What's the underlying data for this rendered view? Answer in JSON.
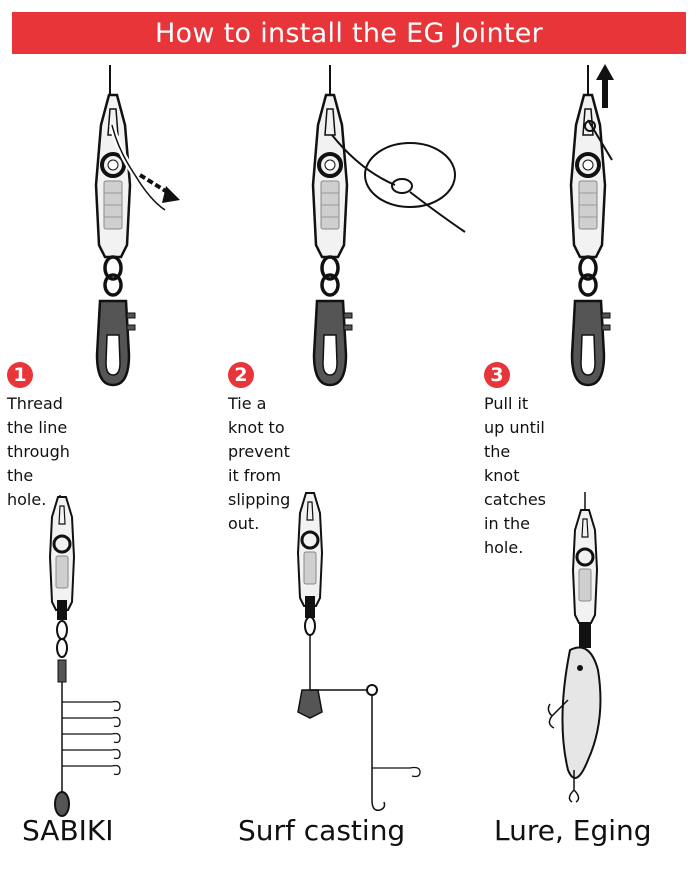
{
  "title": "How to install the EG Jointer",
  "steps": [
    {
      "number": "1",
      "text": "Thread the line through\nthe hole."
    },
    {
      "number": "2",
      "text": "Tie a knot to prevent it from\nslipping out."
    },
    {
      "number": "3",
      "text": "Pull it up until the knot\ncatches in the hole."
    }
  ],
  "usages": [
    {
      "label": "SABIKI"
    },
    {
      "label": "Surf casting"
    },
    {
      "label": "Lure, Eging"
    }
  ],
  "colors": {
    "accent": "#e8353a",
    "ink": "#111111",
    "body_gray": "#d4d4d4",
    "dark_gray": "#555555"
  }
}
